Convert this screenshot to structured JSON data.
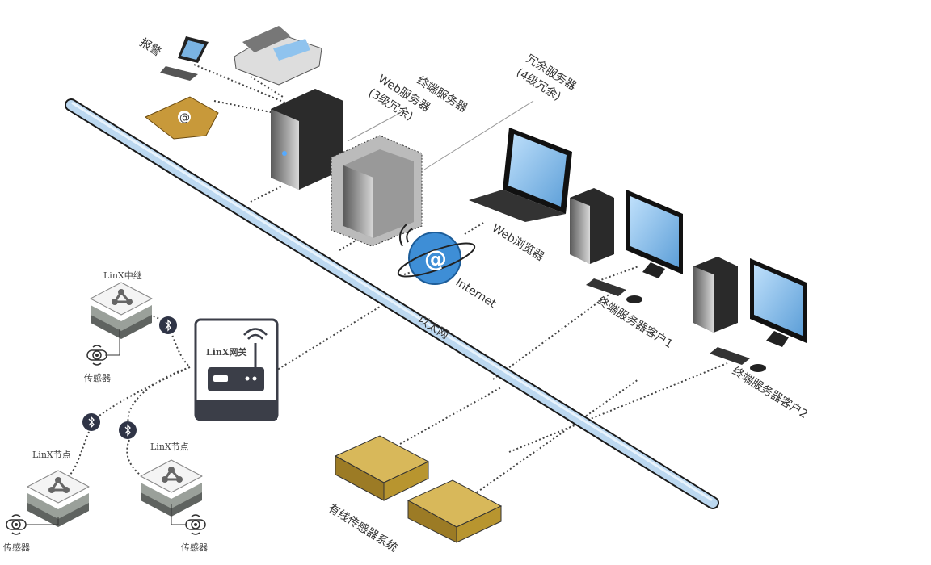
{
  "labels": {
    "alarm": "报警",
    "web_server": "Web服务器",
    "web_server_redundancy": "(3级冗余)",
    "terminal_server": "终端服务器",
    "redundant_server": "冗余服务器",
    "redundant_server_level": "(4级冗余)",
    "web_browser": "Web浏览器",
    "internet": "Internet",
    "ethernet": "以太网",
    "terminal_client_1": "终端服务器客户1",
    "terminal_client_2": "终端服务器客户2",
    "wired_sensor_system": "有线传感器系统",
    "linx_relay": "LinX中继",
    "linx_gateway": "LinX网关",
    "linx_node_1": "LinX节点",
    "linx_node_2": "LinX节点",
    "sensor_1": "传感器",
    "sensor_2": "传感器",
    "sensor_3": "传感器"
  },
  "colors": {
    "ethernet_pipe": "#bcd8f0",
    "pipe_outline": "#1a1a1a",
    "gateway_dark": "#3b3e48",
    "bluetooth_badge": "#2f3446",
    "sensor_box": "#b8952f",
    "screen": "#8fc3ee"
  }
}
